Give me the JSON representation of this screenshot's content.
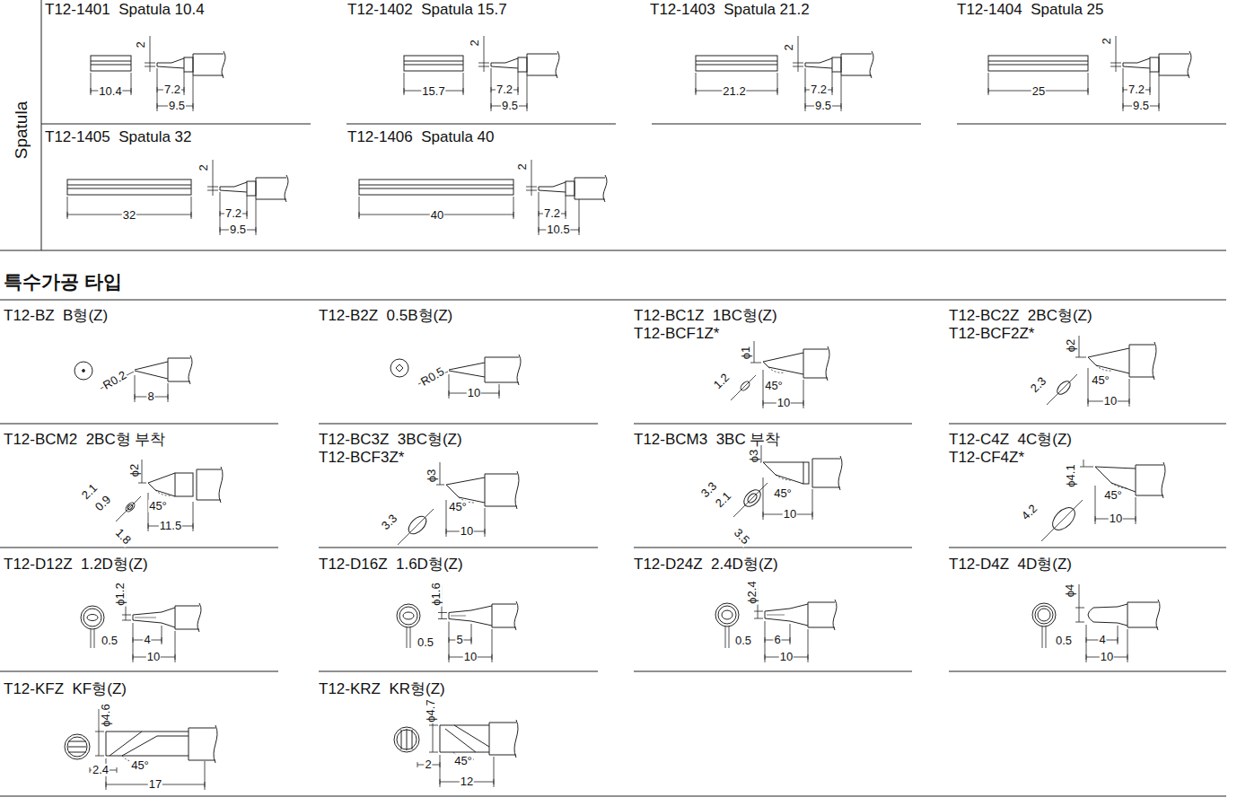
{
  "diagram": {
    "labels": [
      "Spatula",
      "T12-1401  Spatula 10.4",
      "2",
      "10.4",
      "7.2",
      "9.5",
      "T12-1402  Spatula 15.7",
      "2",
      "15.7",
      "7.2",
      "9.5",
      "T12-1403  Spatula 21.2",
      "2",
      "21.2",
      "7.2",
      "9.5",
      "T12-1404  Spatula 25",
      "2",
      "25",
      "7.2",
      "9.5",
      "T12-1405  Spatula 32",
      "2",
      "32",
      "7.2",
      "9.5",
      "T12-1406  Spatula 40",
      "2",
      "40",
      "7.2",
      "10.5",
      "특수가공 타입",
      "T12-BZ  B형(Z)",
      "R0.2",
      "8",
      "T12-B2Z  0.5B형(Z)",
      "R0.5",
      "10",
      "T12-BC1Z  1BC형(Z)",
      "T12-BCF1Z*",
      "1.2",
      "ϕ1",
      "45°",
      "10",
      "T12-BC2Z  2BC형(Z)",
      "T12-BCF2Z*",
      "2.3",
      "ϕ2",
      "45°",
      "10",
      "T12-BCM2  2BC형 부착",
      "2.1",
      "0.9",
      "1.8",
      "ϕ2",
      "45°",
      "11.5",
      "T12-BC3Z  3BC형(Z)",
      "T12-BCF3Z*",
      "ϕ3",
      "3.3",
      "45°",
      "10",
      "T12-BCM3  3BC 부착",
      "ϕ3",
      "3.3",
      "2.1",
      "3.5",
      "45°",
      "10",
      "T12-C4Z  4C형(Z)",
      "T12-CF4Z*",
      "ϕ4.1",
      "4.2",
      "45°",
      "10",
      "T12-D12Z  1.2D형(Z)",
      "ϕ1.2",
      "0.5",
      "4",
      "10",
      "T12-D16Z  1.6D형(Z)",
      "ϕ1.6",
      "0.5",
      "5",
      "10",
      "T12-D24Z  2.4D형(Z)",
      "ϕ2.4",
      "0.5",
      "6",
      "10",
      "T12-D4Z  4D형(Z)",
      "ϕ4",
      "0.5",
      "4",
      "10",
      "T12-KFZ  KF형(Z)",
      "ϕ4.6",
      "2.4",
      "45°",
      "17",
      "T12-KRZ  KR형(Z)",
      "ϕ4.7",
      "2",
      "45°",
      "12"
    ]
  }
}
